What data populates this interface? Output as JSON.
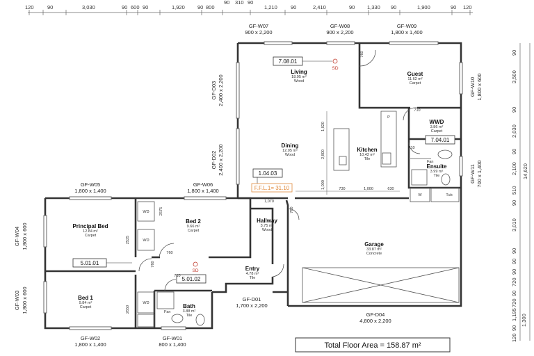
{
  "top_dims": [
    "120",
    "90",
    "3,030",
    "90",
    "600",
    "90",
    "1,920",
    "90",
    "800",
    "90",
    "310",
    "90",
    "1,210",
    "90",
    "2,410",
    "90",
    "1,330",
    "90",
    "1,900",
    "90",
    "120"
  ],
  "right_dims": [
    "90",
    "3,500",
    "90",
    "2,030",
    "90",
    "2,100",
    "510",
    "90",
    "3,010",
    "90",
    "90",
    "90",
    "720",
    "90",
    "720",
    "1,195",
    "90",
    "1,300",
    "120"
  ],
  "right_total": "14,620",
  "windows": {
    "w07": "GF-W07",
    "w07_size": "900 x 2,200",
    "w08": "GF-W08",
    "w08_size": "900 x 2,200",
    "w09": "GF-W09",
    "w09_size": "1,800 x 1,400",
    "w10": "GF-W10",
    "w10_size": "1,800 x 600",
    "w11": "GF-W11",
    "w11_size": "700 x 1,400",
    "d03": "GF-D03",
    "d03_size": "2,400 x 2,200",
    "d02": "GF-D02",
    "d02_size": "2,400 x 2,200",
    "w05": "GF-W05",
    "w05_size": "1,800 x 1,400",
    "w06": "GF-W06",
    "w06_size": "1,800 x 1,400",
    "w04": "GF-W04",
    "w04_size": "1,800 x 600",
    "w03": "GF-W03",
    "w03_size": "1,800 x 600",
    "w02": "GF-W02",
    "w02_size": "1,800 x 1,400",
    "w01": "GF-W01",
    "w01_size": "800 x 1,400",
    "d01": "GF-D01",
    "d01_size": "1,700 x 2,200",
    "d04": "GF-D04",
    "d04_size": "4,800 x 2,200"
  },
  "rooms": {
    "living": {
      "name": "Living",
      "area": "18.95 m²",
      "floor": "Wood"
    },
    "guest": {
      "name": "Guest",
      "area": "11.62 m²",
      "floor": "Carpet"
    },
    "dining": {
      "name": "Dining",
      "area": "12.05 m²",
      "floor": "Wood"
    },
    "kitchen": {
      "name": "Kitchen",
      "area": "10.42 m²",
      "floor": "Tile"
    },
    "wwd": {
      "name": "WWD",
      "area": "3.86 m²",
      "floor": "Carpet"
    },
    "ensuite": {
      "name": "Ensuite",
      "area": "3.99 m²",
      "floor": "Tile"
    },
    "bed2": {
      "name": "Bed 2",
      "area": "9.66 m²",
      "floor": "Carpet"
    },
    "principal": {
      "name": "Principal Bed",
      "area": "12.84 m²",
      "floor": "Carpet"
    },
    "hallway": {
      "name": "Hallway",
      "area": "3.75 m²",
      "floor": "Wood"
    },
    "garage": {
      "name": "Garage",
      "area": "33.87 m²",
      "floor": "Concrete"
    },
    "entry": {
      "name": "Entry",
      "area": "4.78 m²",
      "floor": "Tile"
    },
    "bed1": {
      "name": "Bed 1",
      "area": "9.84 m²",
      "floor": "Carpet"
    },
    "bath": {
      "name": "Bath",
      "area": "3.88 m²",
      "floor": "Tile"
    }
  },
  "tags": {
    "t1": "7.08.01",
    "t2": "7.04.01",
    "t3": "1.04.03",
    "t4": "5.01.01",
    "t5": "5.01.02"
  },
  "sd": "SD",
  "ffl": "F.F.L.1= 31.10",
  "fixtures": {
    "wd": "WD",
    "w": "W",
    "tub": "Tub",
    "fan": "Fan",
    "p": "P"
  },
  "inner_dims": {
    "d1020": "1,020",
    "d2800": "2,800",
    "d1000v": "1,000",
    "d730": "730",
    "d1000h": "1,000",
    "d630": "630",
    "d1070": "1,070",
    "d760a": "760",
    "d760b": "760",
    "d760c": "760",
    "d760d": "760",
    "d710a": "710",
    "d710b": "710",
    "d710c": "710",
    "d2575": "2575",
    "d2525": "2525",
    "d2650": "2650"
  },
  "total": "Total Floor Area = 158.87 m²"
}
